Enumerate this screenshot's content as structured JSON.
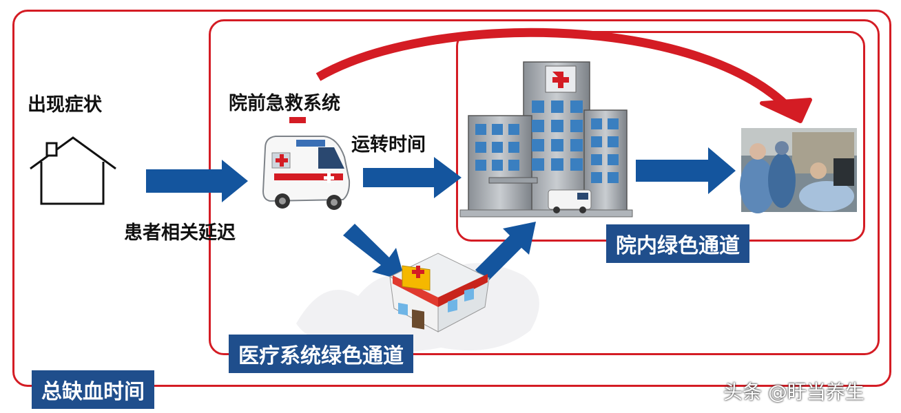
{
  "labels": {
    "symptom": "出现症状",
    "patient_delay": "患者相关延迟",
    "prehospital": "院前急救系统",
    "transport_time": "运转时间"
  },
  "badges": {
    "in_hospital": "院内绿色通道",
    "medical_system": "医疗系统绿色通道",
    "total_ischemic": "总缺血时间"
  },
  "watermark": "头条 @盱当养生",
  "colors": {
    "frame_red": "#d41c24",
    "arrow_blue": "#14559e",
    "badge_blue": "#1f4e8c"
  },
  "icons": [
    "house-icon",
    "ambulance-icon",
    "hospital-icon",
    "clinic-icon",
    "operating-room-photo"
  ]
}
